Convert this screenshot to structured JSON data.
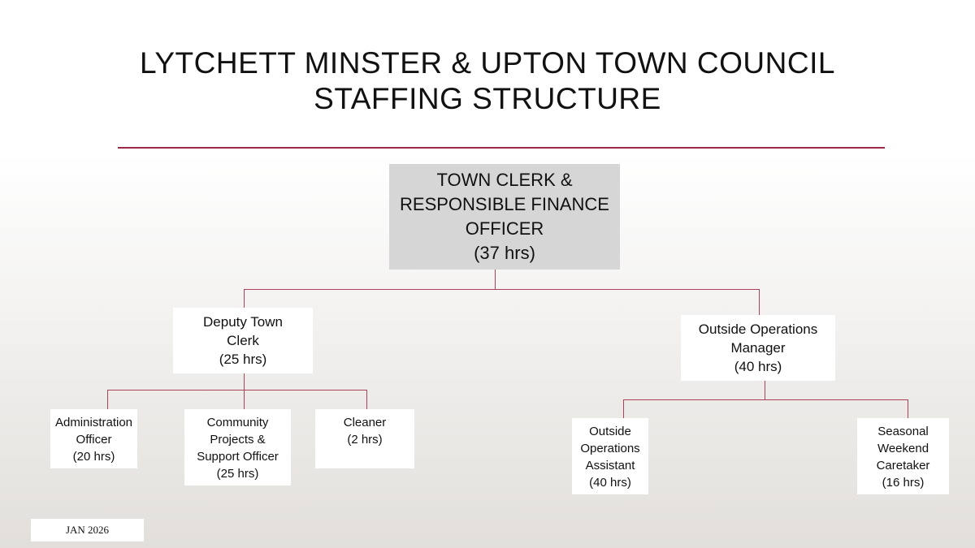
{
  "title": {
    "line1": "LYTCHETT MINSTER & UPTON TOWN COUNCIL",
    "line2": "STAFFING STRUCTURE"
  },
  "accent_color": "#9e2a47",
  "roles": {
    "town_clerk": {
      "l1": "TOWN CLERK &",
      "l2": "RESPONSIBLE FINANCE",
      "l3": "OFFICER",
      "hours": "(37 hrs)"
    },
    "deputy": {
      "l1": "Deputy Town",
      "l2": "Clerk",
      "hours": "(25 hrs)"
    },
    "ops_manager": {
      "l1": "Outside Operations",
      "l2": "Manager",
      "hours": "(40 hrs)"
    },
    "admin": {
      "l1": "Administration",
      "l2": "Officer",
      "hours": "(20 hrs)"
    },
    "community": {
      "l1": "Community",
      "l2": "Projects &",
      "l3": "Support Officer",
      "hours": "(25 hrs)"
    },
    "cleaner": {
      "l1": "Cleaner",
      "hours": "(2 hrs)"
    },
    "ops_assistant": {
      "l1": "Outside",
      "l2": "Operations",
      "l3": "Assistant",
      "hours": "(40 hrs)"
    },
    "caretaker": {
      "l1": "Seasonal",
      "l2": "Weekend",
      "l3": "Caretaker",
      "hours": "(16 hrs)"
    }
  },
  "date": "JAN 2026"
}
